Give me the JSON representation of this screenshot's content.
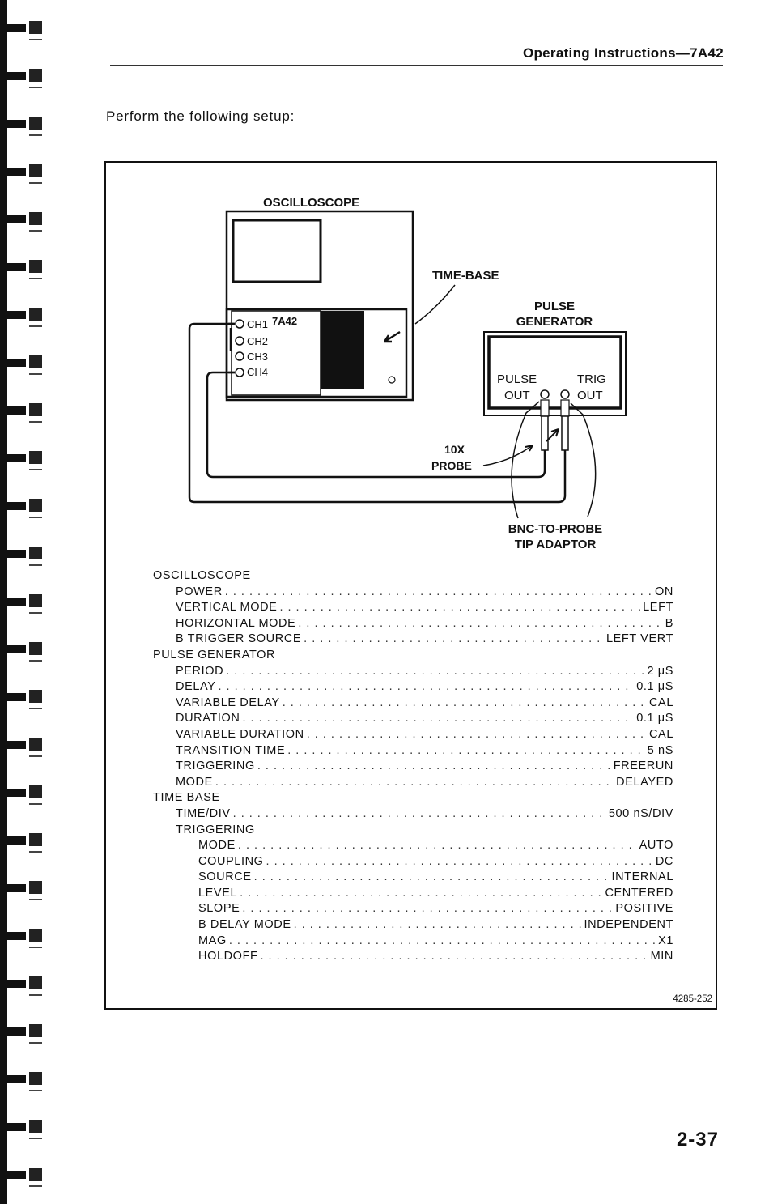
{
  "header": {
    "title": "Operating Instructions—7A42"
  },
  "intro": "Perform the following setup:",
  "diagram": {
    "oscilloscope_label": "OSCILLOSCOPE",
    "timebase_label": "TIME-BASE",
    "pulse_gen_line1": "PULSE",
    "pulse_gen_line2": "GENERATOR",
    "plugin_name": "7A42",
    "channels": [
      "CH1",
      "CH2",
      "CH3",
      "CH4"
    ],
    "pulse_out_line1": "PULSE",
    "pulse_out_line2": "OUT",
    "trig_out_line1": "TRIG",
    "trig_out_line2": "OUT",
    "probe_line1": "10X",
    "probe_line2": "PROBE",
    "adaptor_line1": "BNC-TO-PROBE",
    "adaptor_line2": "TIP ADAPTOR"
  },
  "settings": {
    "oscilloscope": {
      "title": "OSCILLOSCOPE",
      "rows": [
        {
          "label": "POWER",
          "value": "ON"
        },
        {
          "label": "VERTICAL MODE",
          "value": "LEFT"
        },
        {
          "label": "HORIZONTAL MODE",
          "value": "B"
        },
        {
          "label": "B TRIGGER SOURCE",
          "value": "LEFT VERT"
        }
      ]
    },
    "pulse_generator": {
      "title": "PULSE GENERATOR",
      "rows": [
        {
          "label": "PERIOD",
          "value": "2 μS"
        },
        {
          "label": "DELAY",
          "value": "0.1 μS"
        },
        {
          "label": "VARIABLE DELAY",
          "value": "CAL"
        },
        {
          "label": "DURATION",
          "value": "0.1 μS"
        },
        {
          "label": "VARIABLE DURATION",
          "value": "CAL"
        },
        {
          "label": "TRANSITION TIME",
          "value": "5 nS"
        },
        {
          "label": "TRIGGERING",
          "value": "FREERUN"
        },
        {
          "label": "MODE",
          "value": "DELAYED"
        }
      ]
    },
    "time_base": {
      "title": "TIME BASE",
      "rows": [
        {
          "label": "TIME/DIV",
          "value": "500 nS/DIV"
        }
      ],
      "triggering": {
        "title": "TRIGGERING",
        "rows": [
          {
            "label": "MODE",
            "value": "AUTO"
          },
          {
            "label": "COUPLING",
            "value": "DC"
          },
          {
            "label": "SOURCE",
            "value": "INTERNAL"
          },
          {
            "label": "LEVEL",
            "value": "CENTERED"
          },
          {
            "label": "SLOPE",
            "value": "POSITIVE"
          },
          {
            "label": "B DELAY MODE",
            "value": "INDEPENDENT"
          },
          {
            "label": "MAG",
            "value": "X1"
          },
          {
            "label": "HOLDOFF",
            "value": "MIN"
          }
        ]
      }
    }
  },
  "figure_number": "4285-252",
  "page_number": "2-37"
}
